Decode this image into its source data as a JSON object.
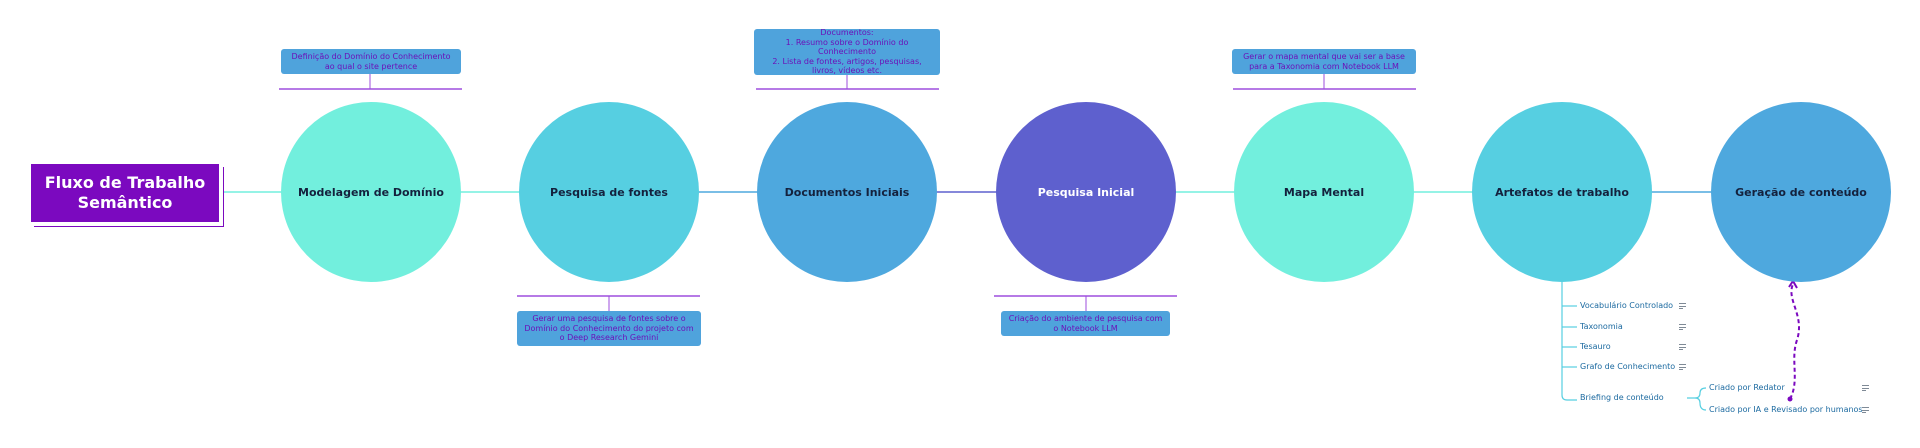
{
  "title": "Fluxo de Trabalho\nSemântico",
  "colors": {
    "title_bg": "#7b09bf",
    "mint": "#72efdd",
    "cyan": "#56cfe1",
    "blue": "#4ea8de",
    "indigo": "#5e60ce",
    "note_bg": "#4fa3dc",
    "note_text": "#6b12b8",
    "bracket": "#9d4edd",
    "connector_light": "#72efdd",
    "connector_dark": "#4ea8de",
    "dashed_link": "#7b09bf"
  },
  "stages": [
    {
      "label": "Modelagem de Domínio",
      "color": "#72efdd",
      "icon": "none"
    },
    {
      "label": "Pesquisa de fontes",
      "color": "#56cfe1",
      "icon": "none"
    },
    {
      "label": "Documentos Iniciais",
      "color": "#4ea8de",
      "icon": "none"
    },
    {
      "label": "Pesquisa Inicial",
      "color": "#5e60ce",
      "icon": "none"
    },
    {
      "label": "Mapa Mental",
      "color": "#72efdd",
      "icon": "none"
    },
    {
      "label": "Artefatos de trabalho",
      "color": "#56cfe1",
      "icon": "none"
    },
    {
      "label": "Geração de conteúdo",
      "color": "#4ea8de",
      "icon": "none"
    }
  ],
  "notes": {
    "modelagem": "Definição do Domínio do Conhecimento ao qual o site pertence",
    "documentos": "Documentos:\n1. Resumo sobre o Domínio do Conhecimento\n2. Lista de fontes, artigos, pesquisas, livros, vídeos etc.",
    "mapa": "Gerar o mapa mental que vai ser a base para a Taxonomia com Notebook LLM",
    "pesquisa_fontes": "Gerar uma pesquisa de fontes sobre o Domínio do Conhecimento do projeto com o Deep Research Gemini",
    "pesquisa_inicial": "Criação do ambiente de pesquisa com o Notebook LLM"
  },
  "artefatos": [
    {
      "label": "Vocabulário Controlado",
      "icon": "note-icon"
    },
    {
      "label": "Taxonomia",
      "icon": "note-icon"
    },
    {
      "label": "Tesauro",
      "icon": "note-icon"
    },
    {
      "label": "Grafo de Conhecimento",
      "icon": "note-icon"
    },
    {
      "label": "Briefing de conteúdo",
      "icon": "none"
    }
  ],
  "briefing": [
    {
      "label": "Criado por Redator",
      "icon": "note-icon"
    },
    {
      "label": "Criado por IA e Revisado por humanos",
      "icon": "note-icon"
    }
  ]
}
